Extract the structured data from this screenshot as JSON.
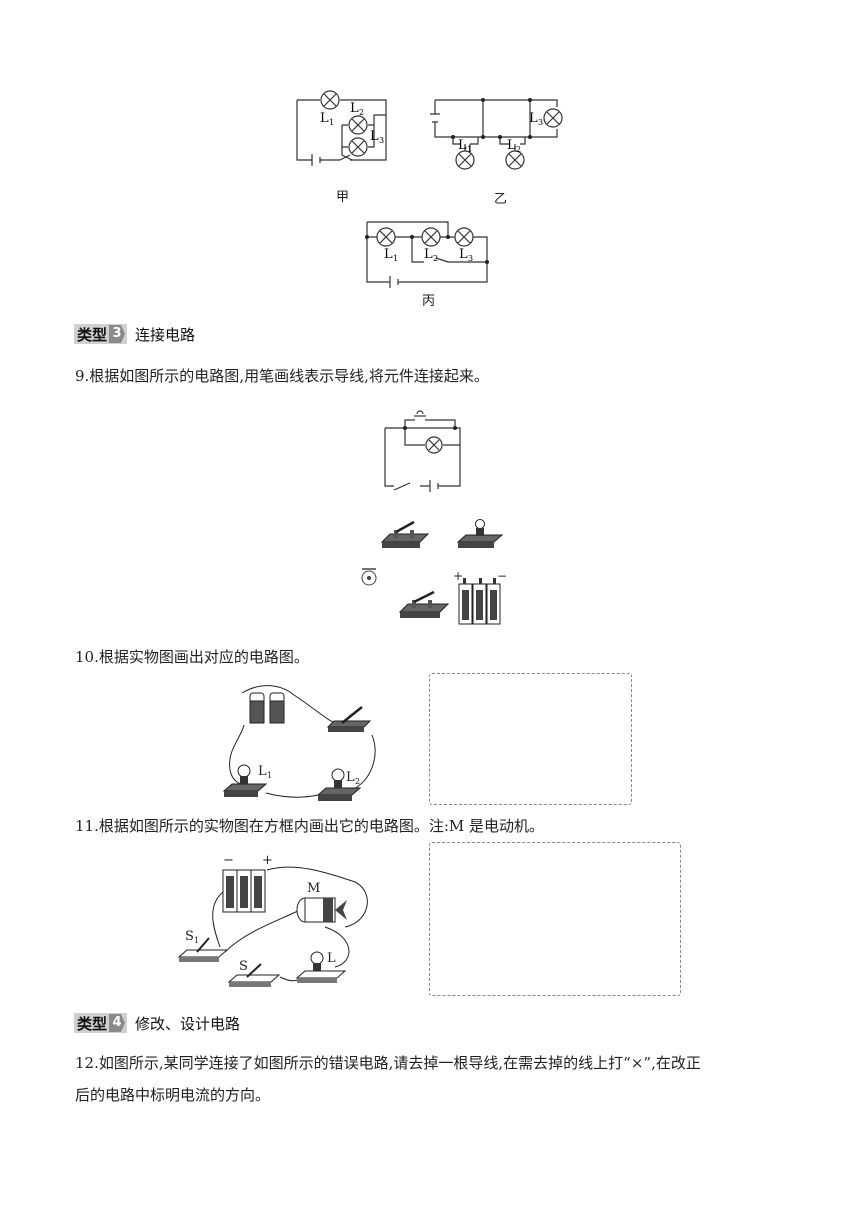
{
  "figures": {
    "jia": {
      "caption": "甲",
      "labels": [
        "L",
        "1",
        "L",
        "2",
        "L",
        "3"
      ]
    },
    "yi": {
      "caption": "乙",
      "labels": [
        "L",
        "1",
        "L",
        "2",
        "L",
        "3"
      ]
    },
    "bing": {
      "caption": "丙",
      "labels": [
        "L",
        "1",
        "L",
        "2",
        "L",
        "3"
      ]
    }
  },
  "section3": {
    "badge": "类型",
    "num": "3",
    "title": "连接电路"
  },
  "q9": {
    "text": "9.根据如图所示的电路图,用笔画线表示导线,将元件连接起来。"
  },
  "q10": {
    "text": "10.根据实物图画出对应的电路图。",
    "labels": [
      "L",
      "1",
      "L",
      "2"
    ]
  },
  "q11": {
    "text": "11.根据如图所示的实物图在方框内画出它的电路图。注:M 是电动机。",
    "labels": {
      "minus": "−",
      "plus": "+",
      "m": "M",
      "s1": "S",
      "s1sub": "1",
      "s": "S",
      "l": "L"
    }
  },
  "section4": {
    "badge": "类型",
    "num": "4",
    "title": "修改、设计电路"
  },
  "q12": {
    "line1": "12.如图所示,某同学连接了如图所示的错误电路,请去掉一根导线,在需去掉的线上打“×”,在改正",
    "line2": "后的电路中标明电流的方向。"
  }
}
